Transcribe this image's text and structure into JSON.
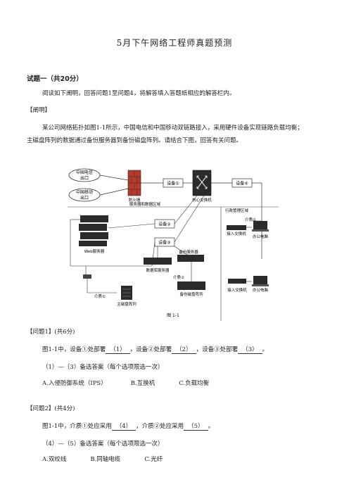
{
  "doc": {
    "title": "5月下午网络工程师真题预测",
    "section1": "试题一（共20分）",
    "intro": "阅读如下阐明，回答问题1至问题4，将解答填入答题纸相应的解答栏内。",
    "desc_label": "【阐明】",
    "desc_line1": "某公司网络拓扑如图1-1所示，中国电信和中国移动双链路接入，采用硬件设备实现链路负载均衡；",
    "desc_line2": "主磁盘阵列的数据通过备份服务器到备份磁盘阵列。请结合下图，回答有关问题。",
    "figure_caption": "图 1-1",
    "q1": {
      "head": "【问题1】(共6分)",
      "text_a": "图1-1中，设备①处部署",
      "blank1": "（1）",
      "text_b": "，设备②处部署",
      "blank2": "（2）",
      "text_c": "，设备③处部署",
      "blank3": "（3）",
      "text_d": "。",
      "hint": "（1）—（3）备选答案（每个选项限选一次）",
      "options": [
        "A.入侵防御系统（IPS）",
        "B.互换机",
        "C.负载均衡"
      ]
    },
    "q2": {
      "head": "【问题2】(共4分)",
      "text_a": "图1-1中，介质①处应采用",
      "blank4": "（4）",
      "text_b": "，介质②处应采用",
      "blank5": "（5）",
      "text_c": "。",
      "hint": "（4）—（5）备选答案（每个选项限选一次）",
      "options": [
        "A.双绞线",
        "B.同轴电缆",
        "C.光纤"
      ]
    }
  },
  "diagram": {
    "cloud1_line1": "中国电信",
    "cloud1_line2": "出口",
    "cloud2_line1": "中国移动",
    "cloud2_line2": "出口",
    "firewall": "防火墙",
    "device1": "设备①",
    "device4": "设备④",
    "core_switch": "核心交换机",
    "server_area": "服务器和数据区域",
    "admin_area": "行政管理区域",
    "device2": "设备②",
    "device3": "设备③",
    "web_server": "Web服务器",
    "backup_server": "备份服务器",
    "db_server": "数据库服务器",
    "medium1": "介质①",
    "medium2": "介质②",
    "access_switch1": "接入交换机",
    "access_switch2": "接入交换机",
    "office_pc1": "办公电脑",
    "office_pc2": "办公电脑",
    "backup_array": "备份磁盘阵列",
    "main_array": "主磁盘阵列"
  }
}
